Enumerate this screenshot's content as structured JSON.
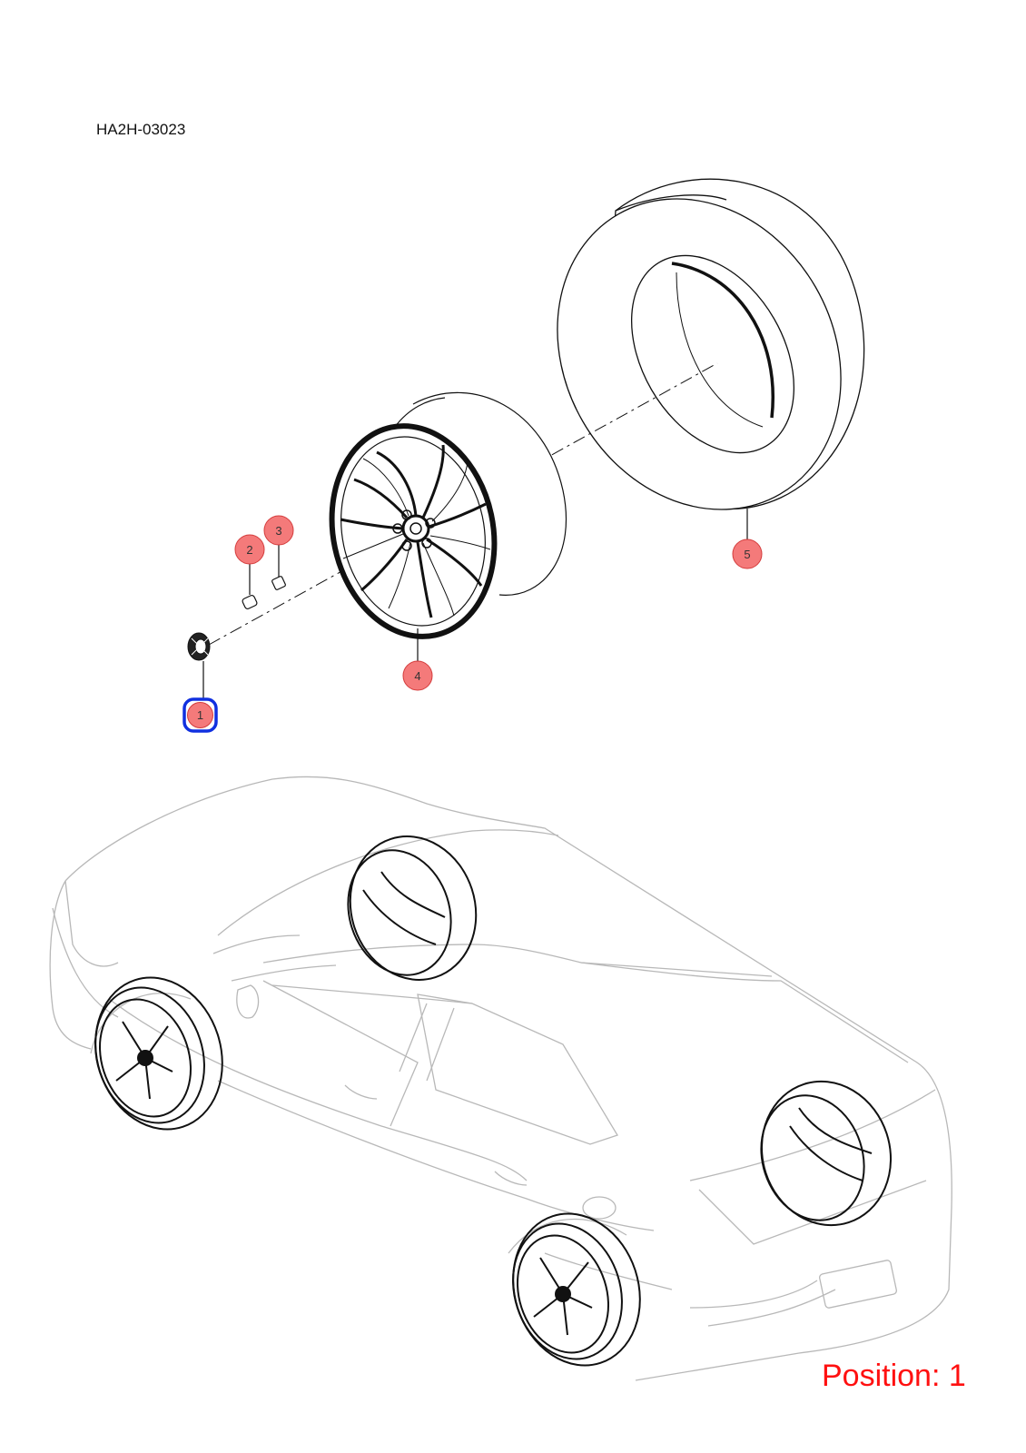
{
  "diagram_code": "HA2H-03023",
  "position_label": "Position: 1",
  "selected_callout": "1",
  "callouts": [
    {
      "id": "1",
      "label": "1"
    },
    {
      "id": "2",
      "label": "2"
    },
    {
      "id": "3",
      "label": "3"
    },
    {
      "id": "4",
      "label": "4"
    },
    {
      "id": "5",
      "label": "5"
    }
  ],
  "colors": {
    "callout_fill": "#f47a7a",
    "callout_stroke": "#d43c3c",
    "selection": "#1030e0",
    "position_text": "#ff1010"
  }
}
